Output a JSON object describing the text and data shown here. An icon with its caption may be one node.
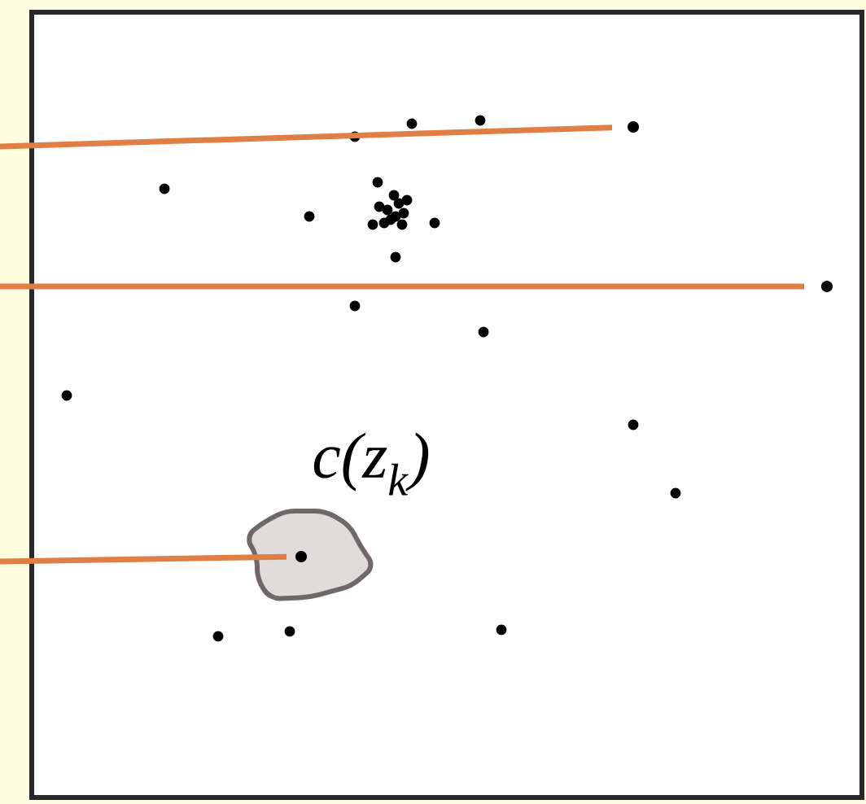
{
  "diagram": {
    "nodes": [
      {
        "text": [
          "c(z$_{k}$)"
        ]
      },
      {
        "text": [],
        "shape": "circle"
      },
      {
        "text": [],
        "shape": "circle"
      },
      {
        "text": [],
        "shape": "circle",
        "in": 0
      }
    ],
    "edges": [
      {
        "from": null,
        "to": 1,
        "arrow": "none"
      },
      {
        "from": null,
        "to": 2,
        "arrow": "none"
      },
      {
        "from": null,
        "to": 3,
        "arrow": "none"
      }
    ]
  }
}
